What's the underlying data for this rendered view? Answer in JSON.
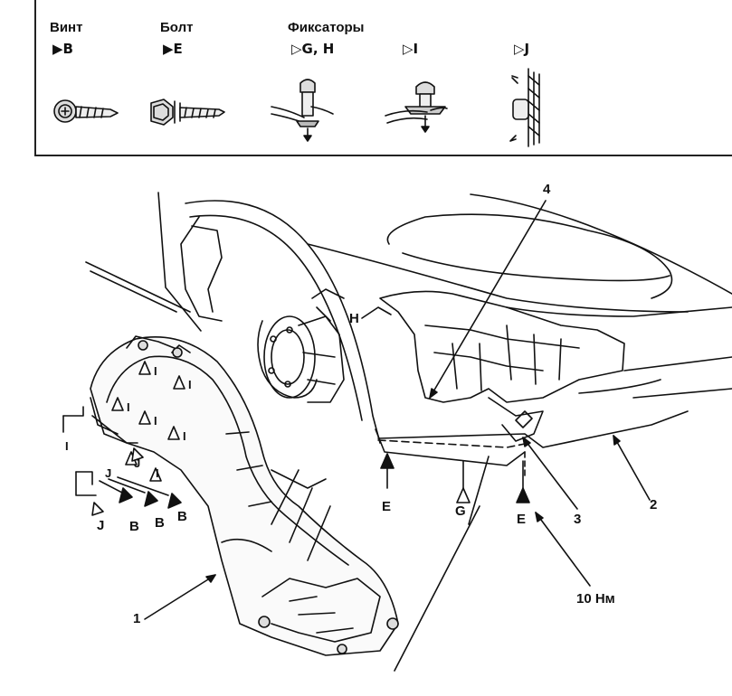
{
  "legend": {
    "screw": {
      "title": "Винт",
      "symbol": "▶B"
    },
    "bolt": {
      "title": "Болт",
      "symbol": "▶E"
    },
    "clips": {
      "title": "Фиксаторы",
      "gh_symbol": "▷G, H",
      "i_symbol": "▷I",
      "j_symbol": "▷J"
    }
  },
  "callouts": {
    "part_1": "1",
    "part_2": "2",
    "part_3": "3",
    "part_4": "4",
    "torque": "10 Нм",
    "e_left": "E",
    "e_right": "E",
    "g": "G",
    "h": "H",
    "i_labels": [
      "I",
      "I",
      "I",
      "I",
      "I",
      "I",
      "I"
    ],
    "j_labels": [
      "J",
      "J",
      "J"
    ],
    "b_labels": [
      "B",
      "B",
      "B"
    ]
  }
}
